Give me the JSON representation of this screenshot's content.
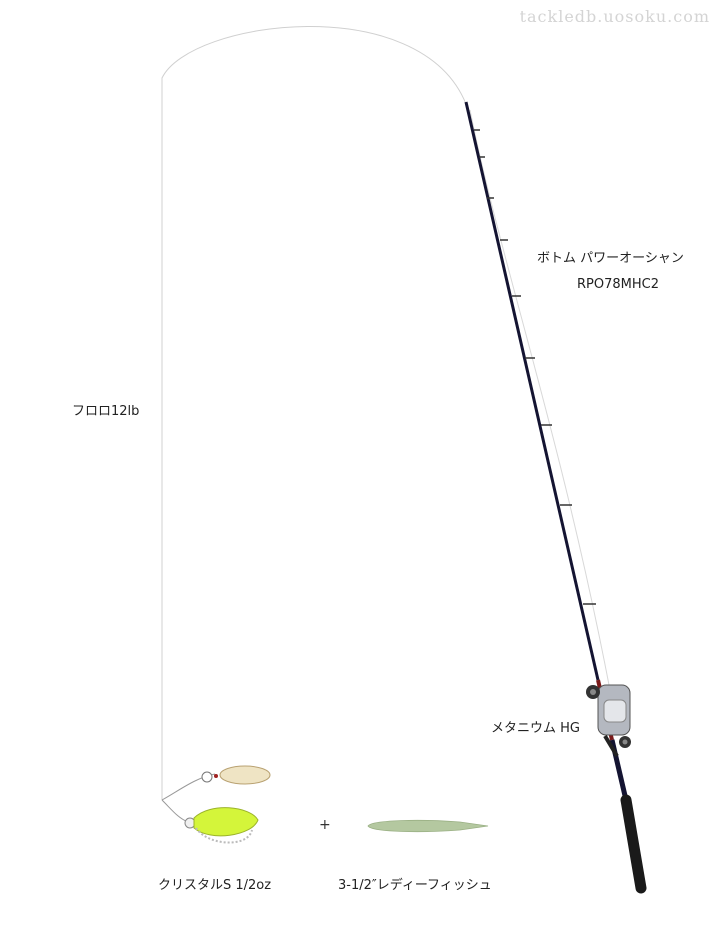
{
  "site": {
    "watermark": "tackledb.uosoku.com"
  },
  "rod": {
    "name": "ボトム パワーオーシャン",
    "model": "RPO78MHC2"
  },
  "line": {
    "label": "フロロ12lb"
  },
  "reel": {
    "label": "メタニウム HG"
  },
  "lures": [
    {
      "label": "クリスタルS 1/2oz"
    },
    {
      "label": "3-1/2″レディーフィッシュ"
    }
  ],
  "separator": "+",
  "colors": {
    "rod": "#151530",
    "line": "#cfcfcf",
    "skirt": "#d4f53a",
    "blade": "#efe4c4",
    "worm": "#b4c8a0"
  }
}
